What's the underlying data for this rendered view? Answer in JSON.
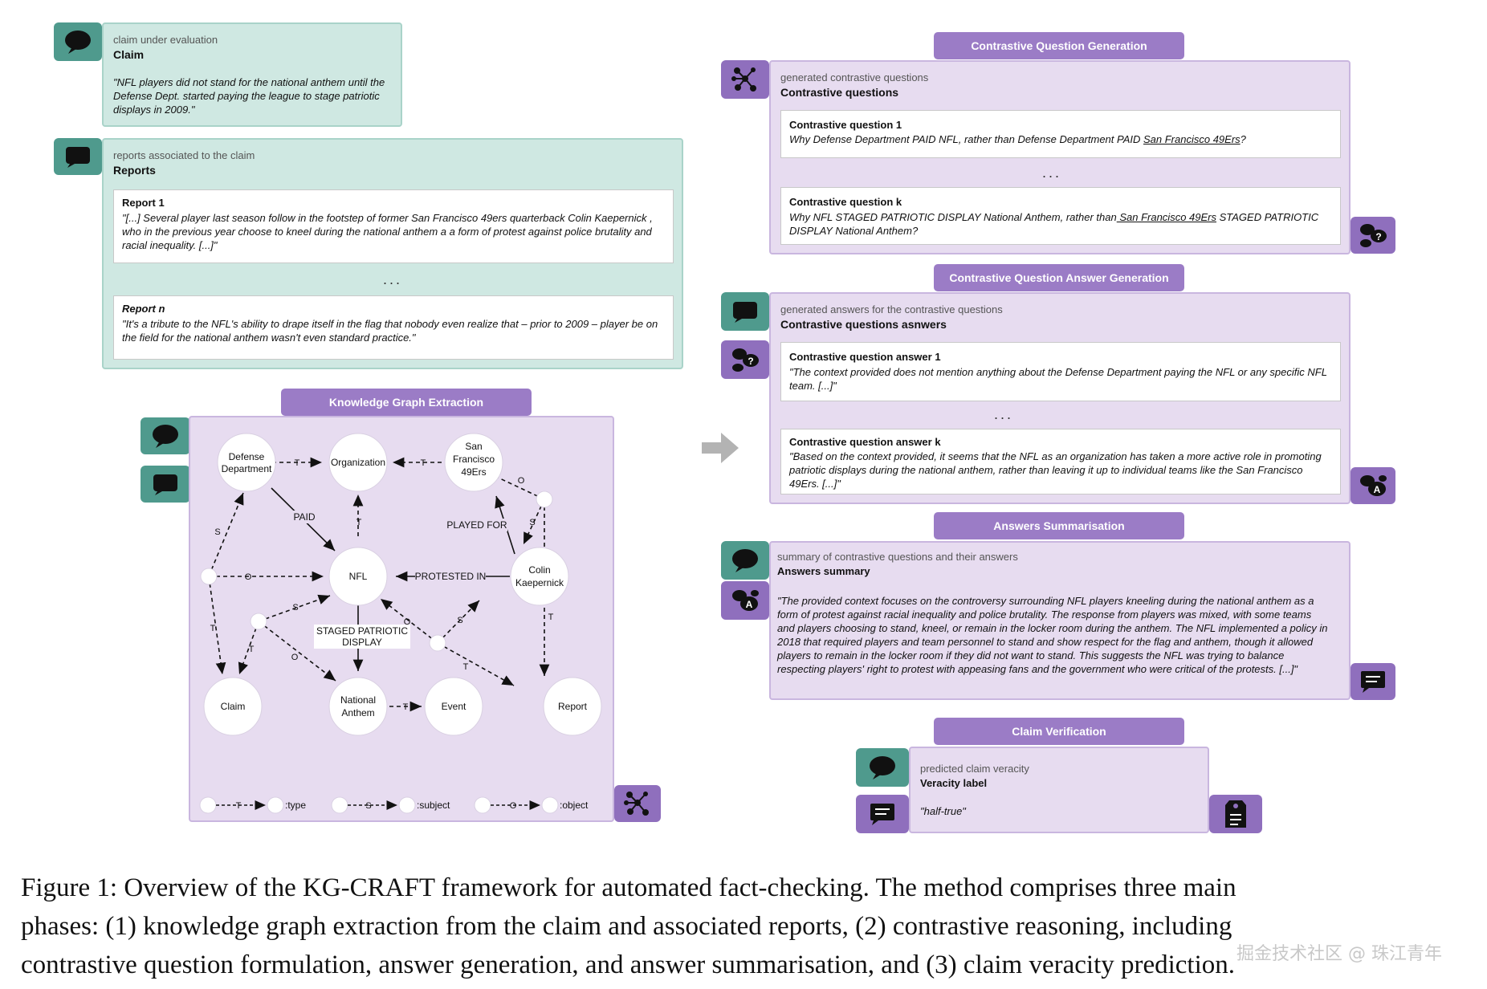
{
  "claim_panel": {
    "meta": "claim under evaluation",
    "title": "Claim",
    "text": "\"NFL players did not stand for the national anthem until the Defense Dept. started paying the league to stage patriotic displays in 2009.\""
  },
  "reports_panel": {
    "meta": "reports associated to the claim",
    "title": "Reports",
    "report1_title": "Report 1",
    "report1_text": "\"[...] Several player last season follow in the footstep of former San Francisco 49ers quarterback Colin Kaepernick , who in the previous year choose to kneel during the national anthem a a form of protest against police brutality and racial inequality. [...]\"",
    "ellipsis": "...",
    "reportn_title": "Report n",
    "reportn_text": "\"It's a tribute to the NFL's ability to drape itself in the flag that nobody even realize that – prior to 2009 – player be on the field for the national anthem wasn't even standard practice.\""
  },
  "kg_panel": {
    "header": "Knowledge Graph Extraction",
    "nodes": {
      "defense": [
        "Defense",
        "Department"
      ],
      "organization": "Organization",
      "sf": [
        "San",
        "Francisco",
        "49Ers"
      ],
      "nfl": "NFL",
      "colin": [
        "Colin",
        "Kaepernick"
      ],
      "claim": "Claim",
      "anthem": [
        "National",
        "Anthem"
      ],
      "event": "Event",
      "report": "Report"
    },
    "edges": {
      "paid": "PAID",
      "played_for": "PLAYED FOR",
      "protested_in": "PROTESTED IN",
      "staged": [
        "STAGED PATRIOTIC",
        "DISPLAY"
      ],
      "t": "T",
      "s": "S",
      "o": "O"
    },
    "legend": {
      "type": ":type",
      "subject": ":subject",
      "object": ":object"
    }
  },
  "cqg_panel": {
    "header": "Contrastive Question Generation",
    "meta": "generated contrastive questions",
    "title": "Contrastive questions",
    "q1_title": "Contrastive question 1",
    "q1_a": "Why Defense Department PAID NFL, ",
    "q1_b": "rather than",
    "q1_c": " Defense Department PAID ",
    "q1_d": "San Francisco 49Ers",
    "q1_e": "?",
    "ellipsis": "...",
    "qk_title": "Contrastive question k",
    "qk_a": "Why NFL STAGED PATRIOTIC DISPLAY National Anthem, ",
    "qk_b": "rather than",
    "qk_c": " San Francisco 49Ers",
    "qk_d": " STAGED PATRIOTIC DISPLAY National Anthem?"
  },
  "cqa_panel": {
    "header": "Contrastive Question Answer Generation",
    "meta": "generated answers for the contrastive questions",
    "title": "Contrastive questions asnwers",
    "a1_title": "Contrastive question answer 1",
    "a1_text": "\"The context provided does not mention anything about the Defense Department paying the NFL or any specific NFL team. [...]\"",
    "ellipsis": "...",
    "ak_title": "Contrastive question answer k",
    "ak_text": "\"Based on the context provided, it seems that the NFL as an organization has taken a more active role in promoting patriotic displays during the national anthem, rather than leaving it up to individual teams like the San Francisco 49Ers. [...]\""
  },
  "sum_panel": {
    "header": "Answers Summarisation",
    "meta": "summary of contrastive questions and their answers",
    "title": "Answers summary",
    "text": "\"The provided context focuses on the controversy surrounding NFL players kneeling during the national anthem as a form of protest against racial inequality and police brutality. The response from players was mixed, with some teams and players choosing to stand, kneel, or remain in the locker room during the anthem. The NFL implemented a policy in 2018 that required players and team personnel to stand and show respect for the flag and anthem, though it allowed players to remain in the locker room if they did not want to stand. This suggests the NFL was trying to balance respecting players' right to protest with appeasing fans and the government who were critical of the protests. [...]\""
  },
  "cv_panel": {
    "header": "Claim Verification",
    "meta": "predicted claim veracity",
    "title": "Veracity label",
    "value": "\"half-true\""
  },
  "caption": {
    "line1": "Figure 1: Overview of the KG-CRAFT framework for automated fact-checking. The method comprises three main",
    "line2": "phases: (1) knowledge graph extraction from the claim and associated reports, (2) contrastive reasoning, including",
    "line3": "contrastive question formulation, answer generation, and answer summarisation, and (3) claim veracity prediction."
  },
  "watermark": "掘金技术社区 @ 珠江青年",
  "colors": {
    "teal_panel": "#cfe8e2",
    "teal_icon": "#4f9a8d",
    "lavender_panel": "#e7dcf0",
    "purple_header": "#9b7cc6",
    "purple_icon": "#8f6fbd"
  },
  "icons": [
    "speech-bubble-icon",
    "message-icon",
    "graph-icon",
    "questions-icon",
    "qa-icon",
    "text-message-icon",
    "tag-icon",
    "arrow-right-icon"
  ]
}
